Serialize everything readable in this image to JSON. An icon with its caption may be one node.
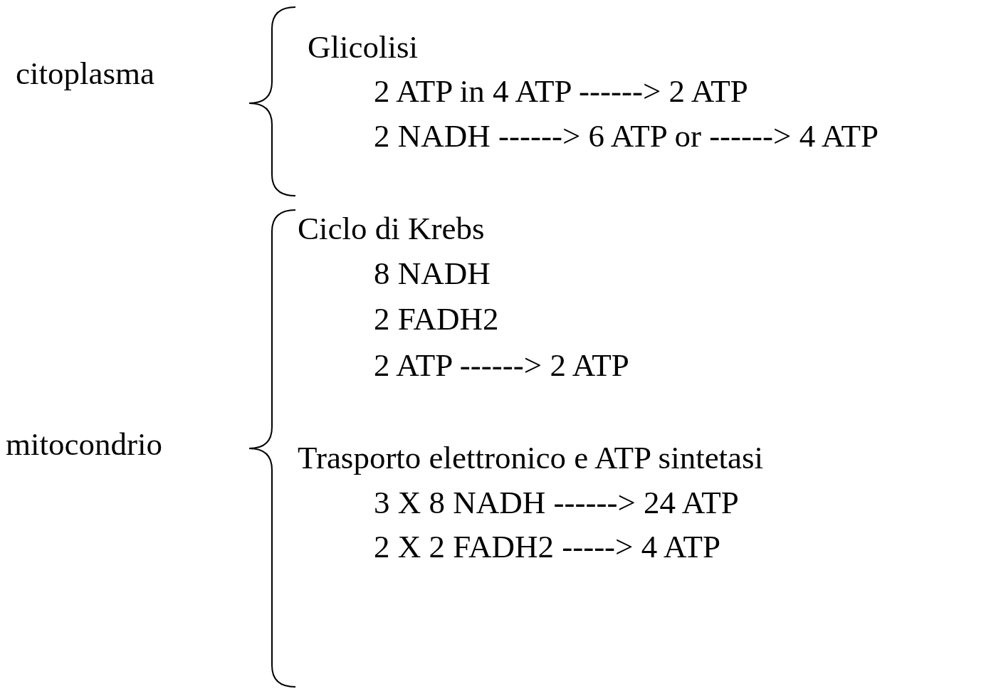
{
  "diagram": {
    "labels": [
      "Glicolisi",
      "citoplasma",
      "2 ATP in 4 ATP ------> 2 ATP",
      "2 NADH ------> 6 ATP or ------> 4 ATP",
      "Ciclo di Krebs",
      "8 NADH",
      "2 FADH2",
      "2 ATP ------> 2 ATP",
      "mitocondrio",
      "Trasporto elettronico e ATP sintetasi",
      "3 X 8 NADH ------> 24 ATP",
      "2 X 2 FADH2 -----> 4 ATP"
    ]
  }
}
